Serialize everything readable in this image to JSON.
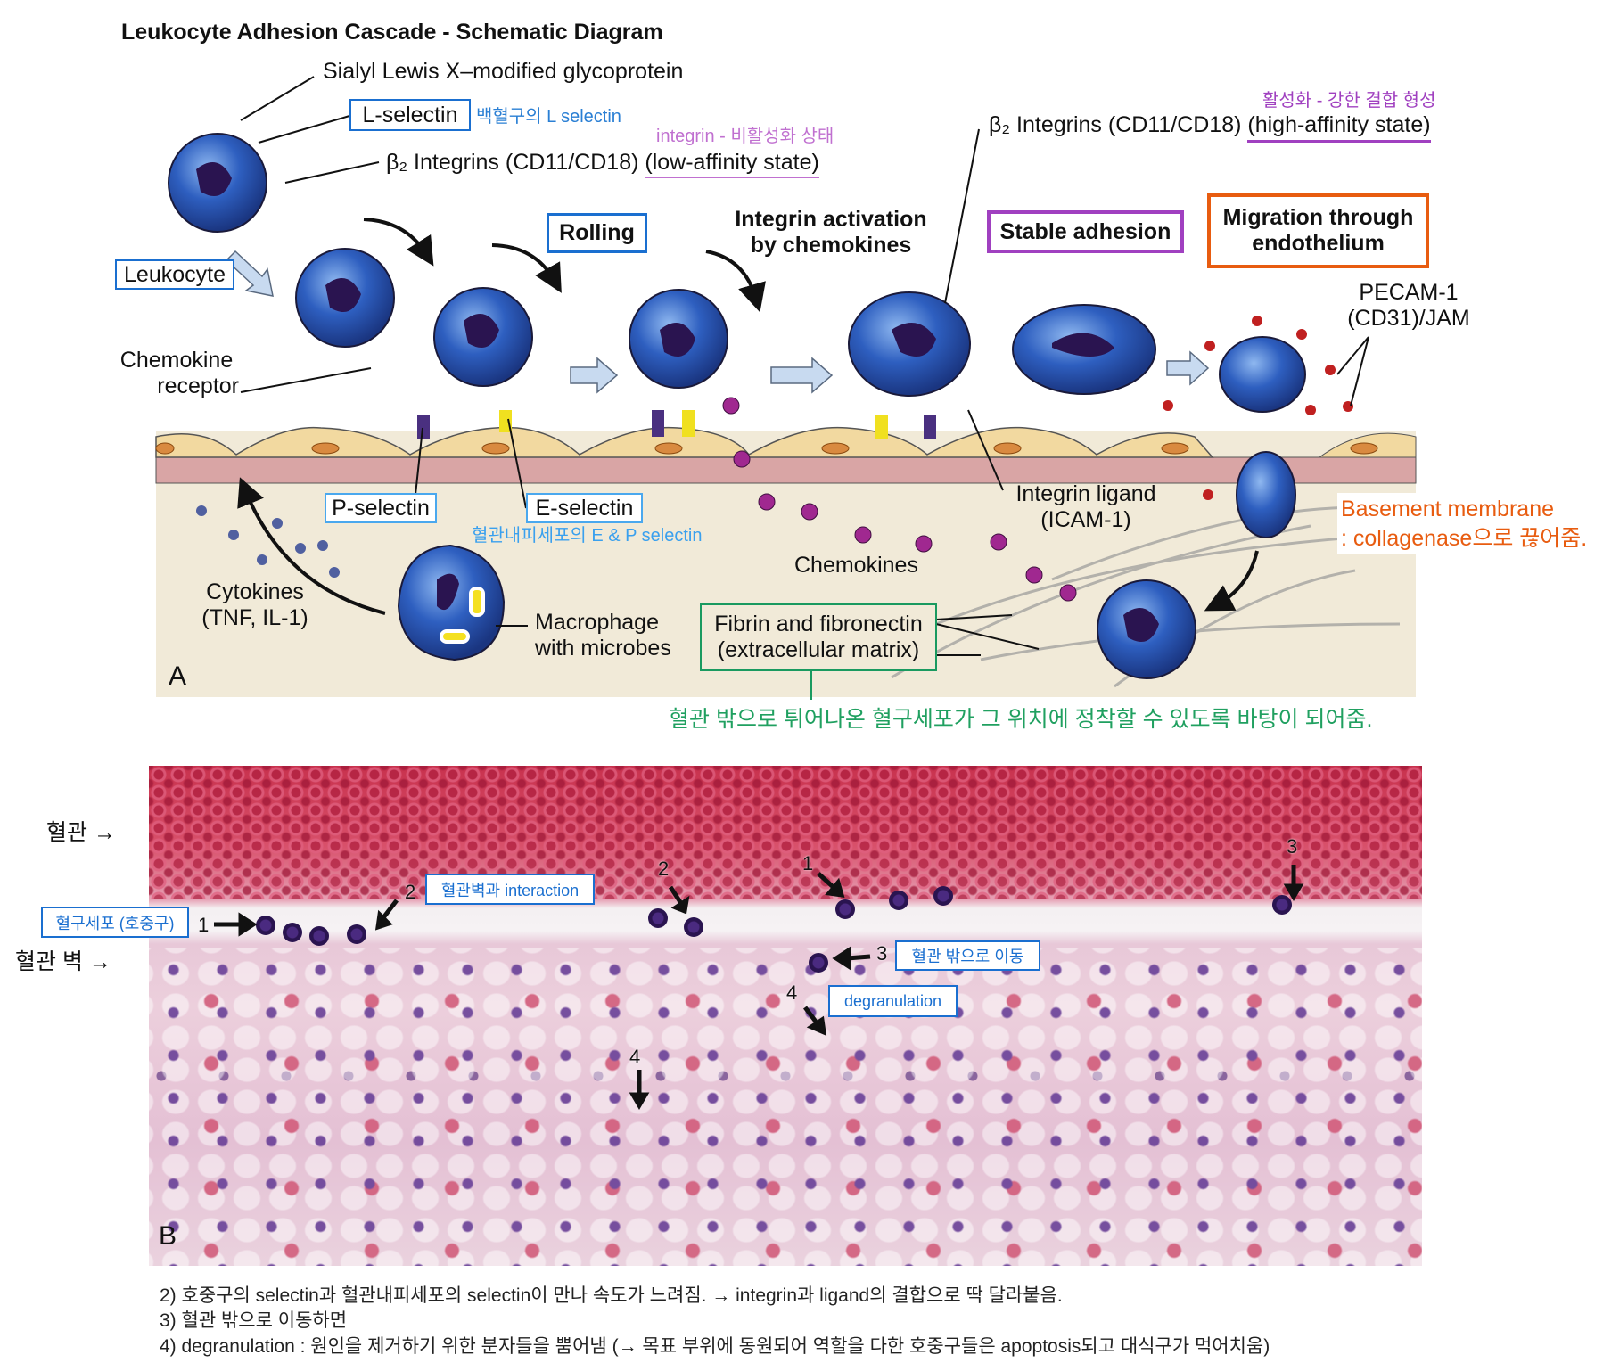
{
  "title": "Leukocyte Adhesion Cascade - Schematic Diagram",
  "panel_a": {
    "panel_label": "A",
    "sialyl": "Sialyl Lewis X–modified glycoprotein",
    "l_selectin": "L-selectin",
    "l_selectin_note": "백혈구의 L selectin",
    "integrin_low_note": "integrin - 비활성화 상태",
    "integrin_low_prefix": "β₂ Integrins (CD11/CD18) ",
    "integrin_low_state": "(low-affinity state)",
    "integrin_high_note": "활성화 - 강한 결합 형성",
    "integrin_high_prefix": "β₂ Integrins (CD11/CD18) ",
    "integrin_high_state": "(high-affinity state)",
    "leukocyte": "Leukocyte",
    "rolling": "Rolling",
    "activation_l1": "Integrin activation",
    "activation_l2": "by chemokines",
    "stable": "Stable adhesion",
    "migration_l1": "Migration through",
    "migration_l2": "endothelium",
    "pecam_l1": "PECAM-1",
    "pecam_l2": "(CD31)/JAM",
    "chemokine_receptor_l1": "Chemokine",
    "chemokine_receptor_l2": "receptor",
    "p_selectin": "P-selectin",
    "e_selectin": "E-selectin",
    "selectin_note": "혈관내피세포의 E & P selectin",
    "ligand_l1": "Integrin ligand",
    "ligand_l2": "(ICAM-1)",
    "basement_l1": "Basement membrane",
    "basement_l2": ": collagenase으로 끊어줌.",
    "chemokines": "Chemokines",
    "cytokines_l1": "Cytokines",
    "cytokines_l2": "(TNF, IL-1)",
    "macrophage_l1": "Macrophage",
    "macrophage_l2": "with microbes",
    "fibrin_l1": "Fibrin and fibronectin",
    "fibrin_l2": "(extracellular matrix)",
    "ecm_note": "혈관 밖으로 튀어나온 혈구세포가 그 위치에 정착할 수 있도록 바탕이 되어줌."
  },
  "panel_b": {
    "panel_label": "B",
    "vessel": "혈관 →",
    "vessel_wall": "혈관 벽 →",
    "neutrophil": "혈구세포 (호중구)",
    "interaction": "혈관벽과 interaction",
    "emigrate": "혈관 밖으로 이동",
    "degranulation": "degranulation",
    "numbers": [
      "1",
      "2",
      "2",
      "1",
      "3",
      "3",
      "4",
      "4"
    ]
  },
  "notes": [
    "2) 호중구의 selectin과 혈관내피세포의 selectin이 만나 속도가 느려짐. → integrin과 ligand의 결합으로 딱 달라붙음.",
    "3) 혈관 밖으로 이동하면",
    "4) degranulation : 원인을 제거하기 위한 분자들을 뿜어냄 (→ 목표 부위에 동원되어 역할을 다한 호중구들은 apoptosis되고 대식구가 먹어치움)"
  ],
  "colors": {
    "blue": "#1a6fd0",
    "purple": "#a040c0",
    "orange": "#e85c10",
    "green": "#1a9a60"
  }
}
